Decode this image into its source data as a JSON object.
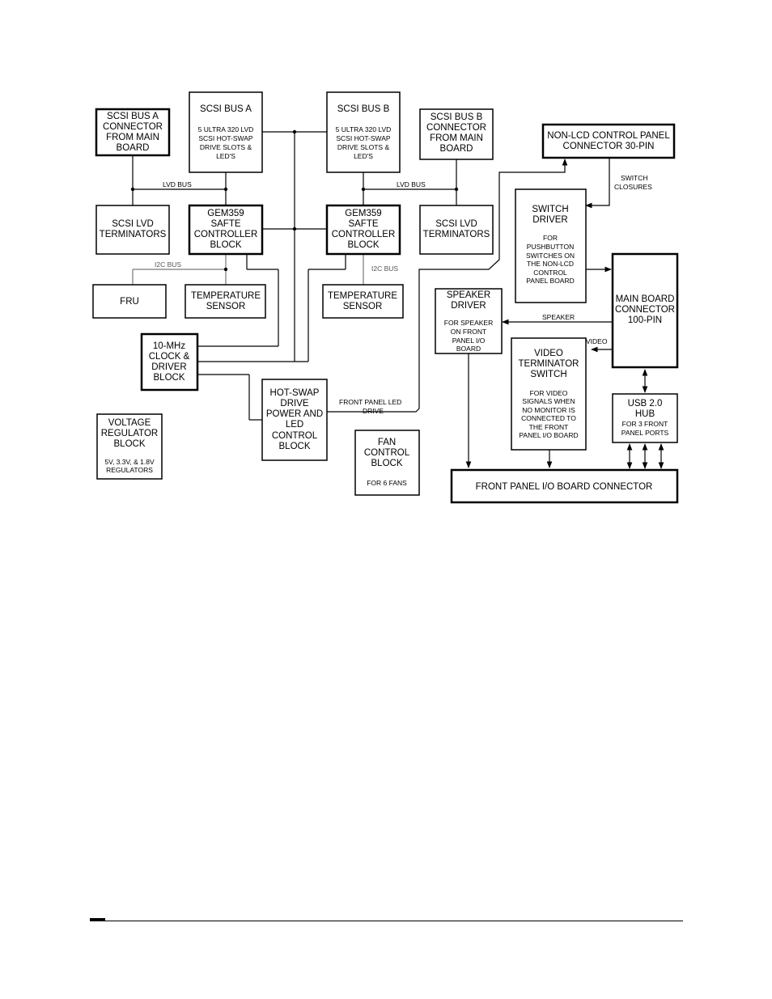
{
  "blocks": {
    "scsi_bus_a_connector": [
      "SCSI BUS A",
      "CONNECTOR",
      "FROM  MAIN",
      "BOARD"
    ],
    "scsi_bus_a": {
      "title": [
        "SCSI BUS A"
      ],
      "sub": [
        "5 ULTRA 320 LVD",
        "SCSI HOT-SWAP",
        "DRIVE SLOTS &",
        "LED'S"
      ]
    },
    "scsi_bus_b": {
      "title": [
        "SCSI BUS B"
      ],
      "sub": [
        "5 ULTRA 320 LVD",
        "SCSI HOT-SWAP",
        "DRIVE SLOTS &",
        "LED'S"
      ]
    },
    "scsi_bus_b_connector": [
      "SCSI BUS B",
      "CONNECTOR",
      "FROM MAIN",
      "BOARD"
    ],
    "non_lcd_connector": [
      "NON-LCD CONTROL PANEL",
      "CONNECTOR 30-PIN"
    ],
    "scsi_lvd_terminators_a": [
      "SCSI LVD",
      "TERMINATORS"
    ],
    "gem359_a": [
      "GEM359",
      "SAFTE",
      "CONTROLLER",
      "BLOCK"
    ],
    "gem359_b": [
      "GEM359",
      "SAFTE",
      "CONTROLLER",
      "BLOCK"
    ],
    "scsi_lvd_terminators_b": [
      "SCSI LVD",
      "TERMINATORS"
    ],
    "switch_driver": {
      "title": [
        "SWITCH",
        "DRIVER"
      ],
      "sub": [
        "FOR",
        "PUSHBUTTON",
        "SWITCHES ON",
        "THE NON-LCD",
        "CONTROL",
        "PANEL BOARD"
      ]
    },
    "fru": [
      "FRU"
    ],
    "temp_sensor_a": [
      "TEMPERATURE",
      "SENSOR"
    ],
    "temp_sensor_b": [
      "TEMPERATURE",
      "SENSOR"
    ],
    "speaker_driver": {
      "title": [
        "SPEAKER",
        "DRIVER"
      ],
      "sub": [
        "FOR SPEAKER",
        "ON FRONT",
        "PANEL I/O",
        "BOARD"
      ]
    },
    "main_board_connector": [
      "MAIN BOARD",
      "CONNECTOR",
      "100-PIN"
    ],
    "clock_driver": [
      "10-MHz",
      "CLOCK &",
      "DRIVER",
      "BLOCK"
    ],
    "video_terminator": {
      "title": [
        "VIDEO",
        "TERMINATOR",
        "SWITCH"
      ],
      "sub": [
        "FOR VIDEO",
        "SIGNALS WHEN",
        "NO MONITOR IS",
        "CONNECTED TO",
        "THE FRONT",
        "PANEL I/O BOARD"
      ]
    },
    "hot_swap": [
      "HOT-SWAP",
      "DRIVE",
      "POWER AND",
      "LED",
      "CONTROL",
      "BLOCK"
    ],
    "usb_hub": {
      "title": [
        "USB 2.0",
        "HUB"
      ],
      "sub": [
        "FOR 3 FRONT",
        "PANEL PORTS"
      ]
    },
    "voltage_regulator": {
      "title": [
        "VOLTAGE",
        "REGULATOR",
        "BLOCK"
      ],
      "sub": [
        "5V, 3.3V, & 1.8V",
        "REGULATORS"
      ]
    },
    "fan_control": {
      "title": [
        "FAN",
        "CONTROL",
        "BLOCK"
      ],
      "sub": [
        "FOR 6 FANS"
      ]
    },
    "front_panel_io_connector": [
      "FRONT PANEL I/O BOARD CONNECTOR"
    ]
  },
  "wire_labels": {
    "lvd_bus_a": "LVD BUS",
    "lvd_bus_b": "LVD BUS",
    "i2c_bus_a": "I2C BUS",
    "i2c_bus_b": "I2C BUS",
    "switch_closures": [
      "SWITCH",
      "CLOSURES"
    ],
    "speaker": "SPEAKER",
    "video": "VIDEO",
    "front_panel_led_drive": [
      "FRONT  PANEL LED",
      "DRIVE"
    ]
  }
}
